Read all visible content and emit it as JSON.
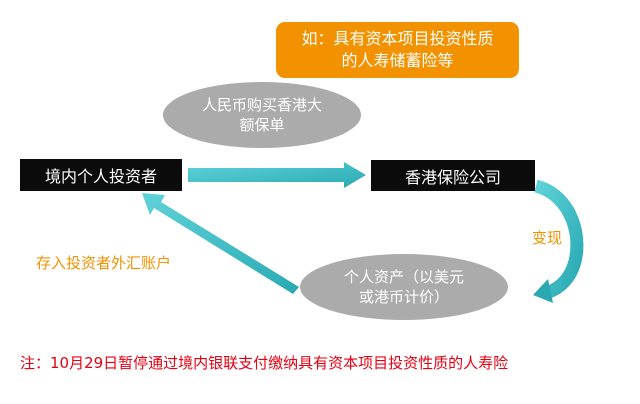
{
  "callout": {
    "line1": "如：具有资本项目投资性质",
    "line2": "的人寿储蓄险等"
  },
  "top_ellipse": {
    "line1": "人民币购买香港大",
    "line2": "额保单"
  },
  "left_box": {
    "label": "境内个人投资者"
  },
  "right_box": {
    "label": "香港保险公司"
  },
  "right_label": "变现",
  "bottom_ellipse": {
    "line1": "个人资产（以美元",
    "line2": "或港币计价）"
  },
  "left_label": "存入投资者外汇账户",
  "note": "注：10月29日暂停通过境内银联支付缴纳具有资本项目投资性质的人寿险",
  "colors": {
    "orange": "#f39200",
    "grey": "#ababab",
    "teal": "#3fc1c9",
    "red": "#e60012"
  }
}
